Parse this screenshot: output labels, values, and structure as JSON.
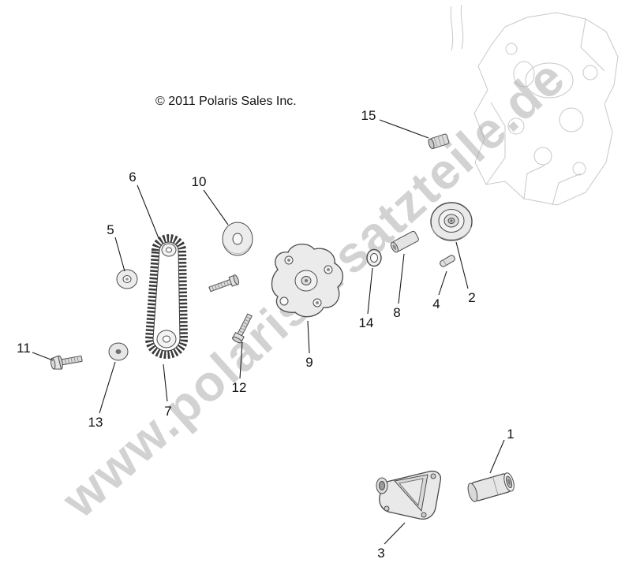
{
  "copyright": "© 2011 Polaris Sales Inc.",
  "watermark": {
    "text": "www.polarisersatzteile.de",
    "color": "#a6a6a6"
  },
  "callouts": [
    {
      "label": "1"
    },
    {
      "label": "2"
    },
    {
      "label": "3"
    },
    {
      "label": "4"
    },
    {
      "label": "5"
    },
    {
      "label": "6"
    },
    {
      "label": "7"
    },
    {
      "label": "8"
    },
    {
      "label": "9"
    },
    {
      "label": "10"
    },
    {
      "label": "11"
    },
    {
      "label": "12"
    },
    {
      "label": "13"
    },
    {
      "label": "14"
    },
    {
      "label": "15"
    }
  ],
  "colors": {
    "part_line": "#4a4a4a",
    "leader_line": "#1a1a1a",
    "faint_art": "#c8c8c8",
    "watermark": "#a6a6a6"
  }
}
